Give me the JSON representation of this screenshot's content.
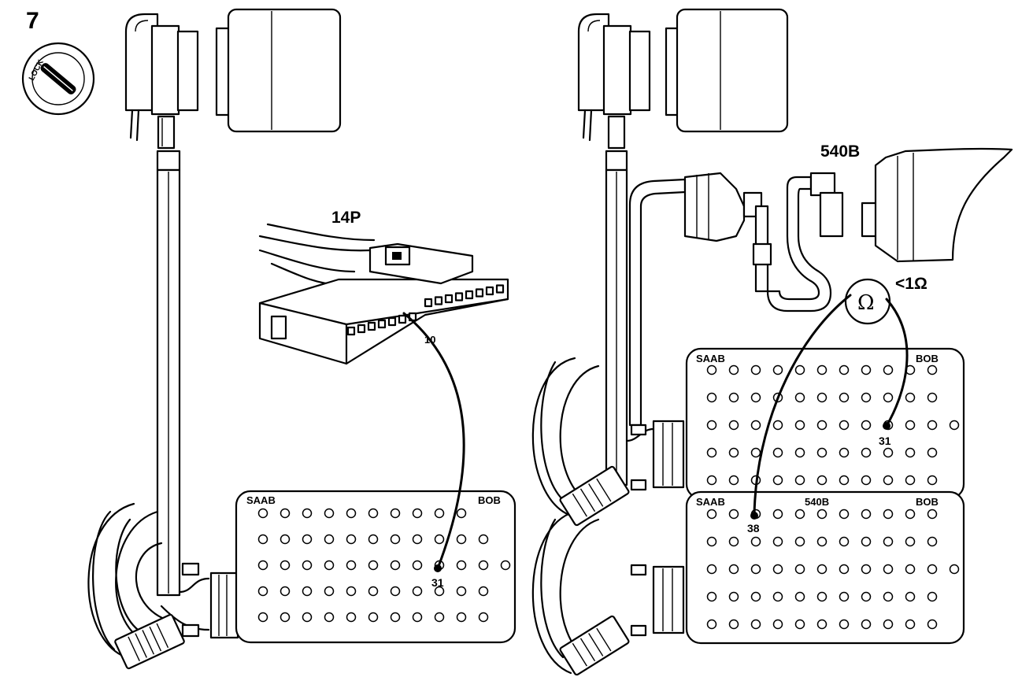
{
  "step_number": "7",
  "ignition": {
    "label": "LOCK"
  },
  "left_panel": {
    "connector_label": "14P",
    "connector_pin": "10",
    "box": {
      "brand": "SAAB",
      "name": "BOB",
      "pin": "31"
    }
  },
  "right_panel": {
    "connector_label": "540B",
    "meter_symbol": "Ω",
    "resistance_spec": "<1Ω",
    "box_top": {
      "brand": "SAAB",
      "name": "BOB",
      "pin": "31"
    },
    "box_bottom": {
      "brand": "SAAB",
      "model": "540B",
      "name": "BOB",
      "pin": "38"
    }
  }
}
